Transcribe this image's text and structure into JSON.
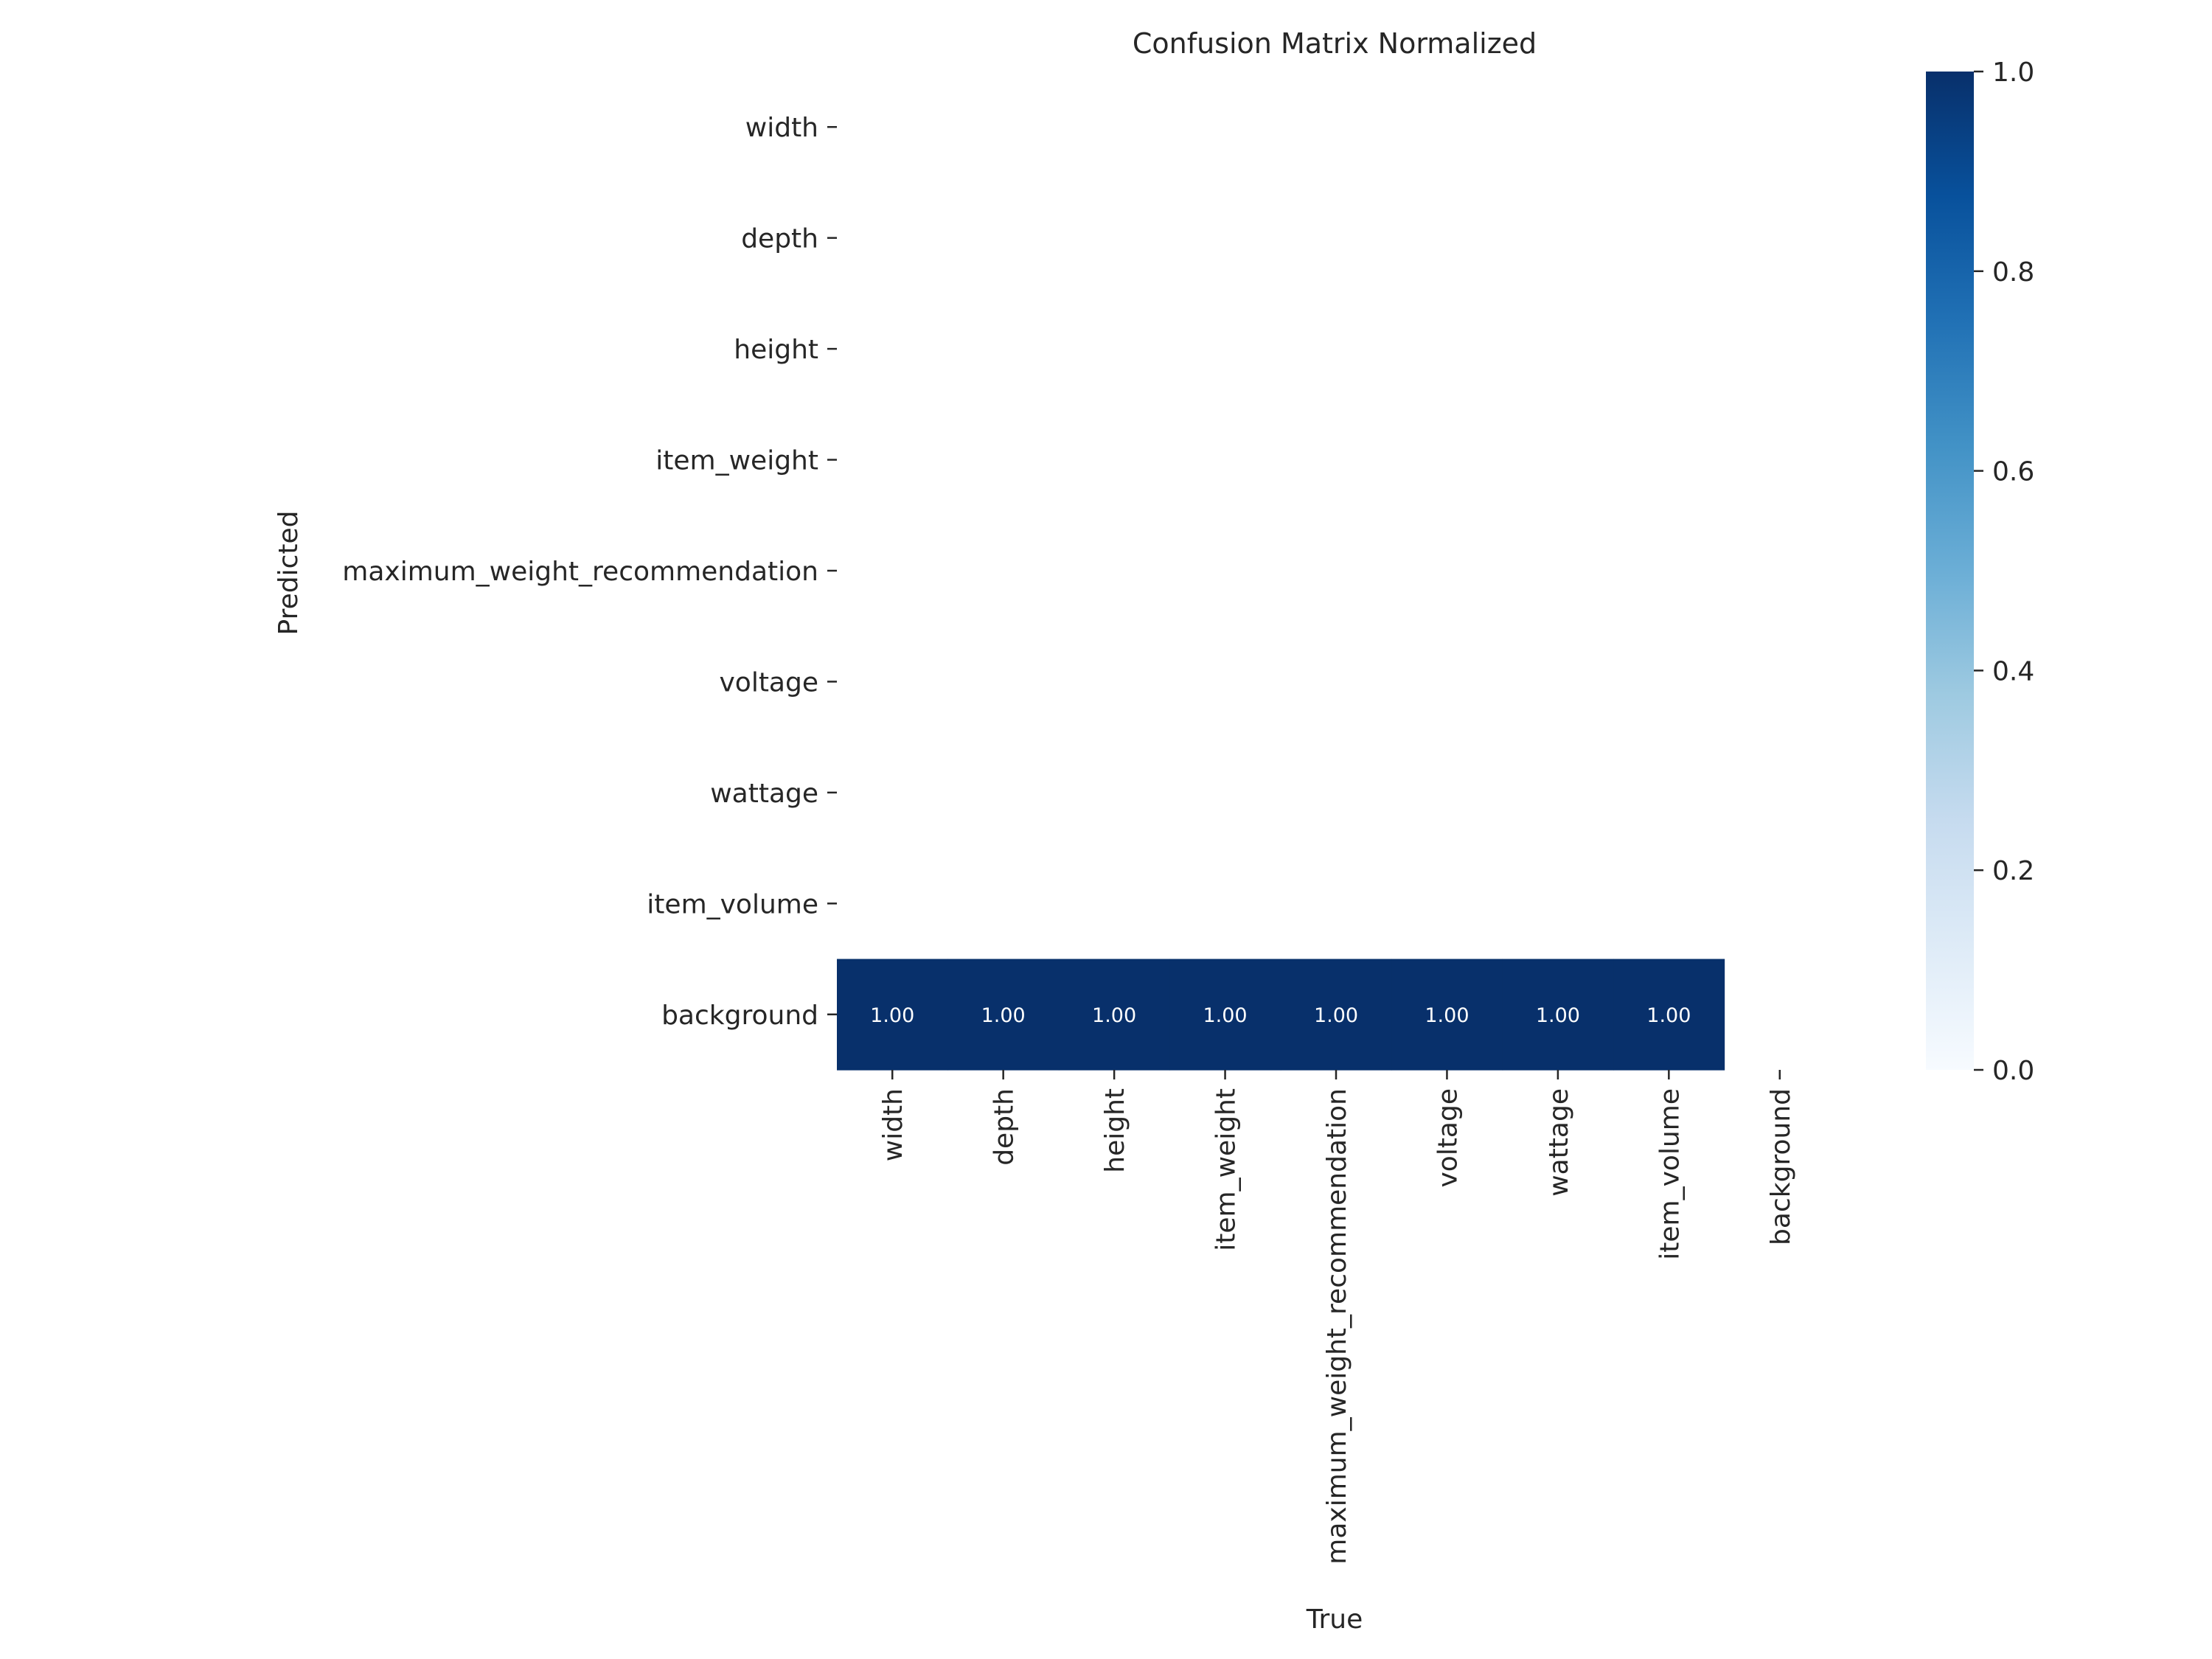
{
  "chart_data": {
    "type": "heatmap",
    "title": "Confusion Matrix Normalized",
    "xlabel": "True",
    "ylabel": "Predicted",
    "x_categories": [
      "width",
      "depth",
      "height",
      "item_weight",
      "maximum_weight_recommendation",
      "voltage",
      "wattage",
      "item_volume",
      "background"
    ],
    "y_categories": [
      "width",
      "depth",
      "height",
      "item_weight",
      "maximum_weight_recommendation",
      "voltage",
      "wattage",
      "item_volume",
      "background"
    ],
    "values": [
      [
        null,
        null,
        null,
        null,
        null,
        null,
        null,
        null,
        null
      ],
      [
        null,
        null,
        null,
        null,
        null,
        null,
        null,
        null,
        null
      ],
      [
        null,
        null,
        null,
        null,
        null,
        null,
        null,
        null,
        null
      ],
      [
        null,
        null,
        null,
        null,
        null,
        null,
        null,
        null,
        null
      ],
      [
        null,
        null,
        null,
        null,
        null,
        null,
        null,
        null,
        null
      ],
      [
        null,
        null,
        null,
        null,
        null,
        null,
        null,
        null,
        null
      ],
      [
        null,
        null,
        null,
        null,
        null,
        null,
        null,
        null,
        null
      ],
      [
        null,
        null,
        null,
        null,
        null,
        null,
        null,
        null,
        null
      ],
      [
        1.0,
        1.0,
        1.0,
        1.0,
        1.0,
        1.0,
        1.0,
        1.0,
        null
      ]
    ],
    "value_format": "0.00",
    "colormap": "Blues",
    "colorbar": {
      "range": [
        0.0,
        1.0
      ],
      "ticks": [
        "0.0",
        "0.2",
        "0.4",
        "0.6",
        "0.8",
        "1.0"
      ],
      "colors": [
        "#f7fbff",
        "#deebf7",
        "#c6dbef",
        "#9ecae1",
        "#6baed6",
        "#4292c6",
        "#2171b5",
        "#08519c",
        "#08306b"
      ]
    }
  }
}
